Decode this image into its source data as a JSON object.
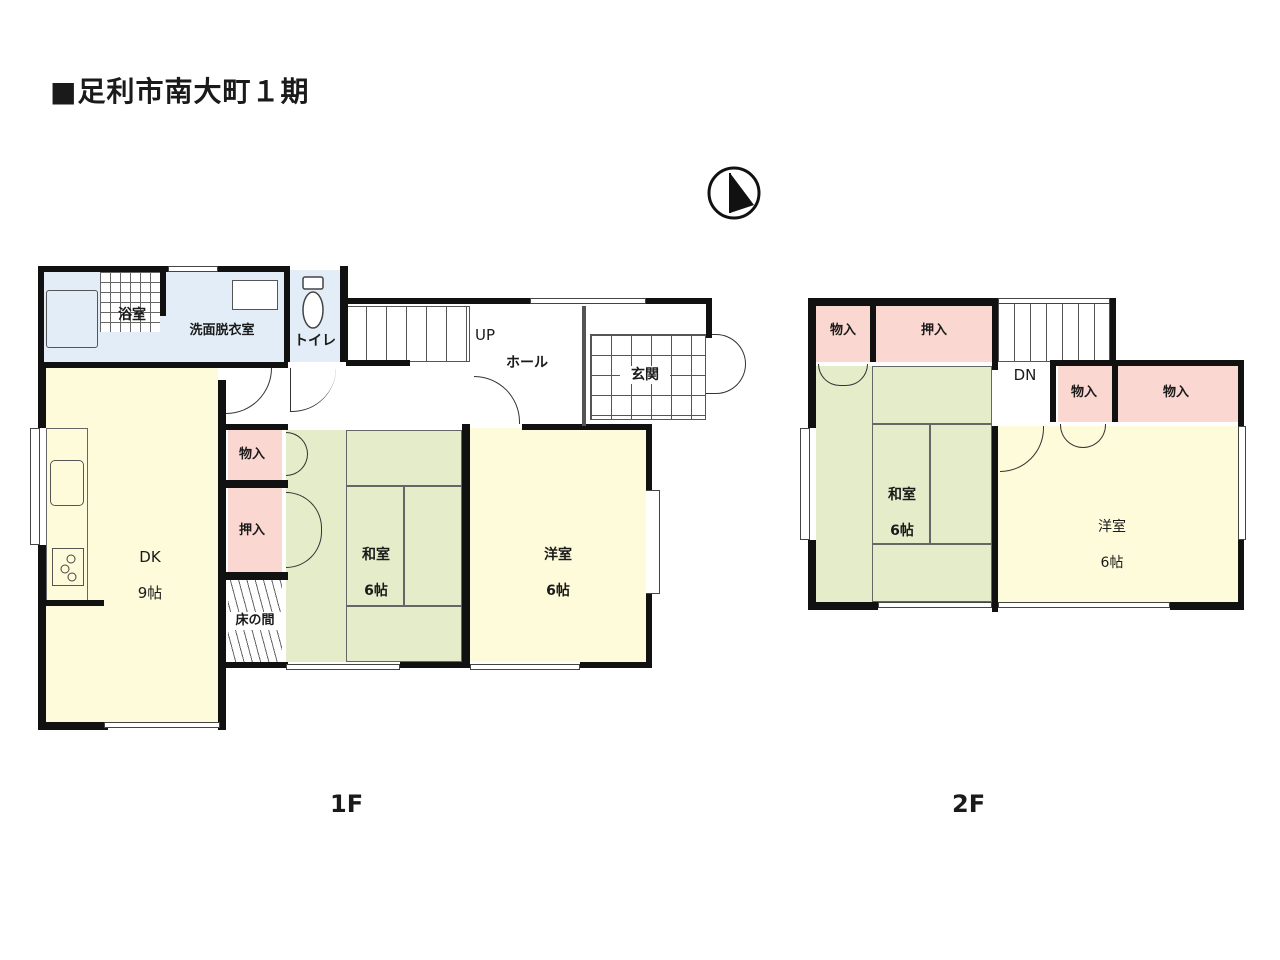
{
  "title": "■足利市南大町１期",
  "compass": {
    "icon": "north-arrow-icon"
  },
  "floors": [
    {
      "label": "1F",
      "rooms": [
        {
          "id": "bath",
          "name": "浴室"
        },
        {
          "id": "washroom",
          "name": "洗面脱衣室"
        },
        {
          "id": "toilet",
          "name": "トイレ"
        },
        {
          "id": "stairs",
          "name": "UP"
        },
        {
          "id": "hall",
          "name": "ホール"
        },
        {
          "id": "entrance",
          "name": "玄関"
        },
        {
          "id": "dk",
          "name": "DK",
          "size": "9帖"
        },
        {
          "id": "storage",
          "name": "物入"
        },
        {
          "id": "closet",
          "name": "押入"
        },
        {
          "id": "tokonoma",
          "name": "床の間"
        },
        {
          "id": "washitsu",
          "name": "和室",
          "size": "6帖"
        },
        {
          "id": "yoshitsu",
          "name": "洋室",
          "size": "6帖"
        }
      ]
    },
    {
      "label": "2F",
      "rooms": [
        {
          "id": "storage1",
          "name": "物入"
        },
        {
          "id": "closet",
          "name": "押入"
        },
        {
          "id": "stairs",
          "name": "DN"
        },
        {
          "id": "storage2",
          "name": "物入"
        },
        {
          "id": "storage3",
          "name": "物入"
        },
        {
          "id": "washitsu",
          "name": "和室",
          "size": "6帖"
        },
        {
          "id": "yoshitsu",
          "name": "洋室",
          "size": "6帖"
        }
      ]
    }
  ]
}
